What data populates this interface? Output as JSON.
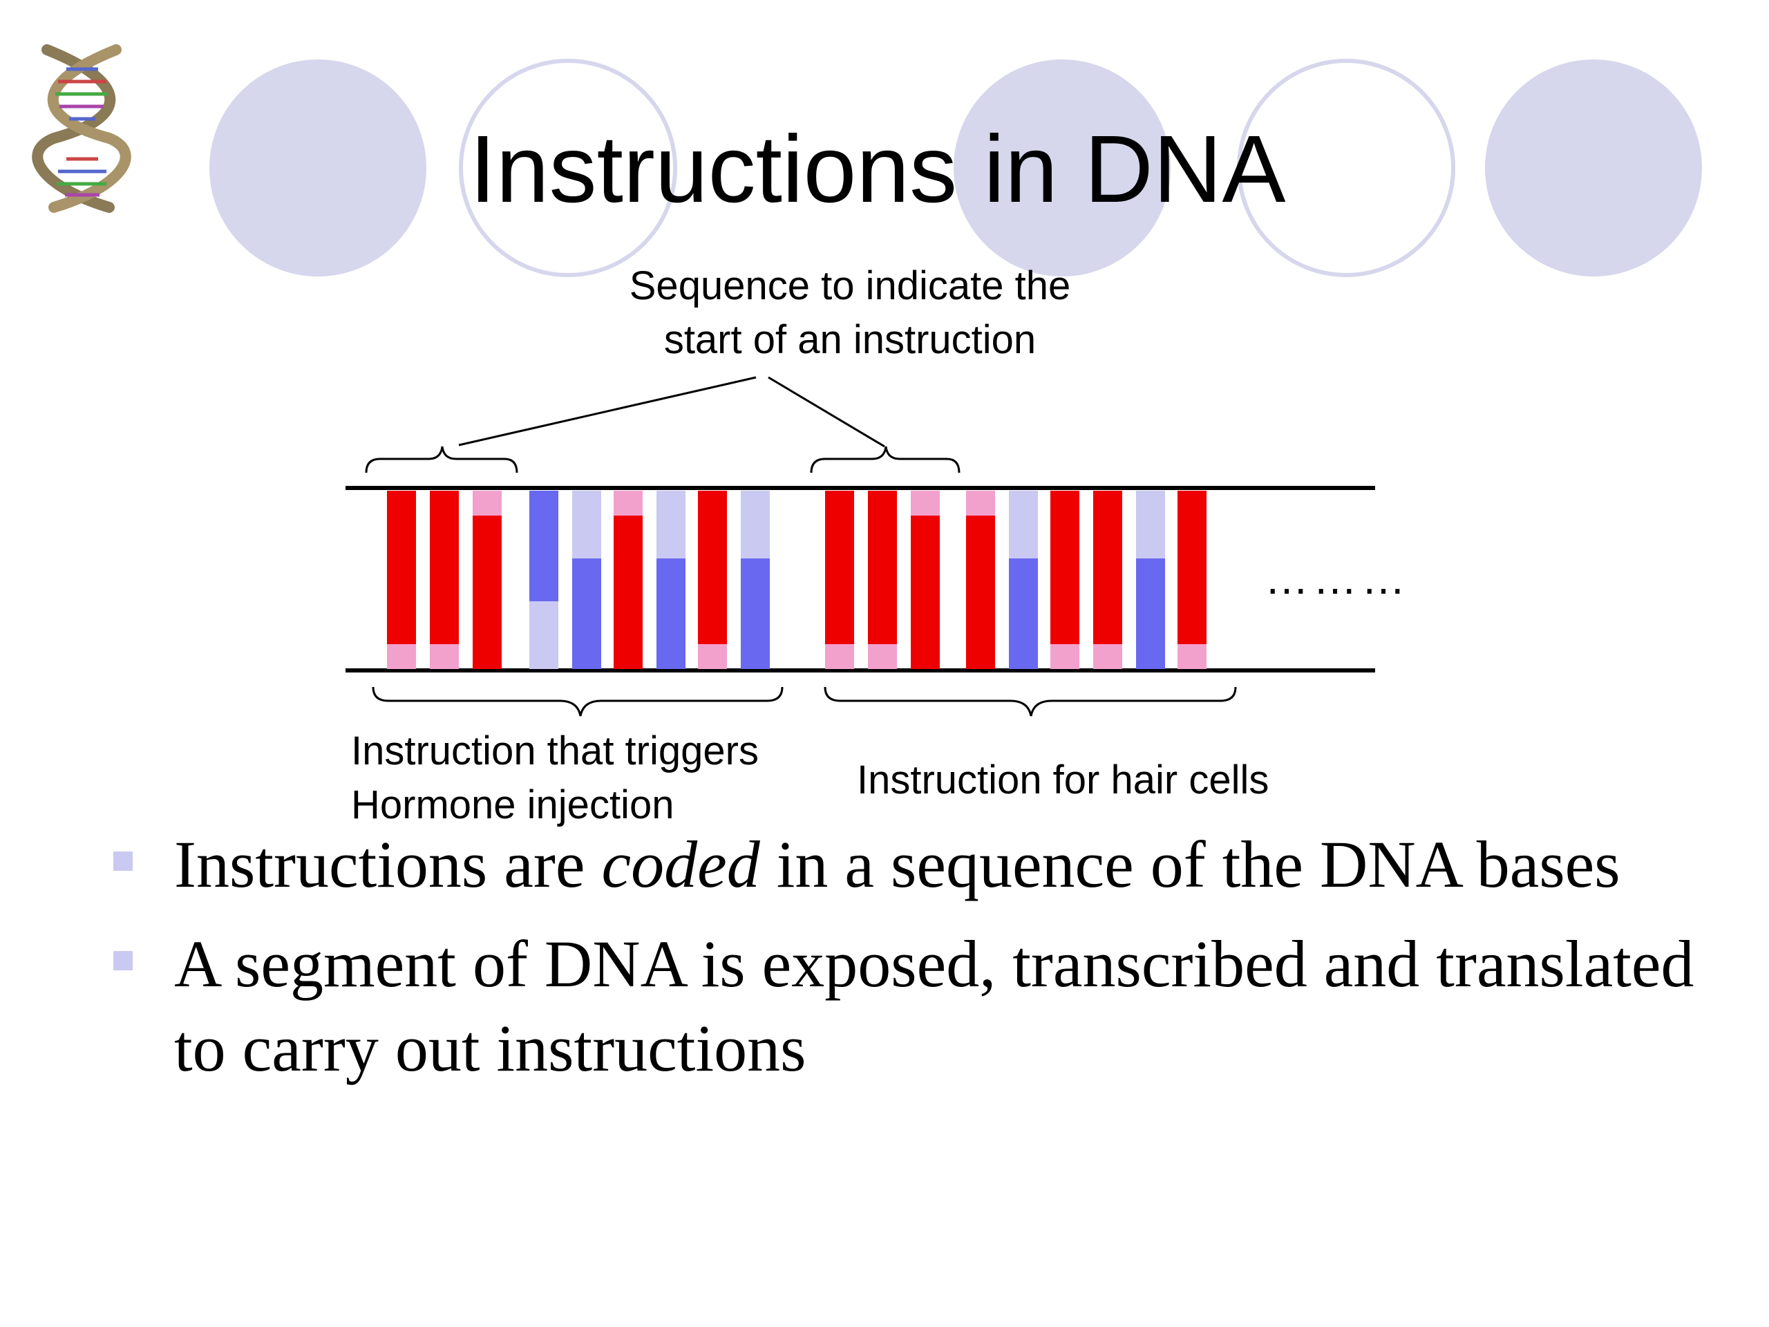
{
  "slide": {
    "title": "Instructions in DNA",
    "colors": {
      "circle_fill": "#d6d6ec",
      "circle_ring": "#d6d6ec",
      "red": "#ee0000",
      "pink": "#f2a1cd",
      "blue": "#6868f0",
      "light_blue": "#c9c9f2"
    }
  },
  "diagram": {
    "start_sequence_label_line1": "Sequence to indicate the",
    "start_sequence_label_line2": "start of an instruction",
    "hormone_label_line1": "Instruction that triggers",
    "hormone_label_line2": "Hormone injection",
    "hair_label": "Instruction for hair cells",
    "continuation": "………"
  },
  "bullets": [
    {
      "before": "Instructions are ",
      "italic": "coded",
      "after": " in a sequence of the DNA bases"
    },
    {
      "before": "A segment of DNA is exposed, transcribed and translated to carry out instructions",
      "italic": "",
      "after": ""
    }
  ]
}
